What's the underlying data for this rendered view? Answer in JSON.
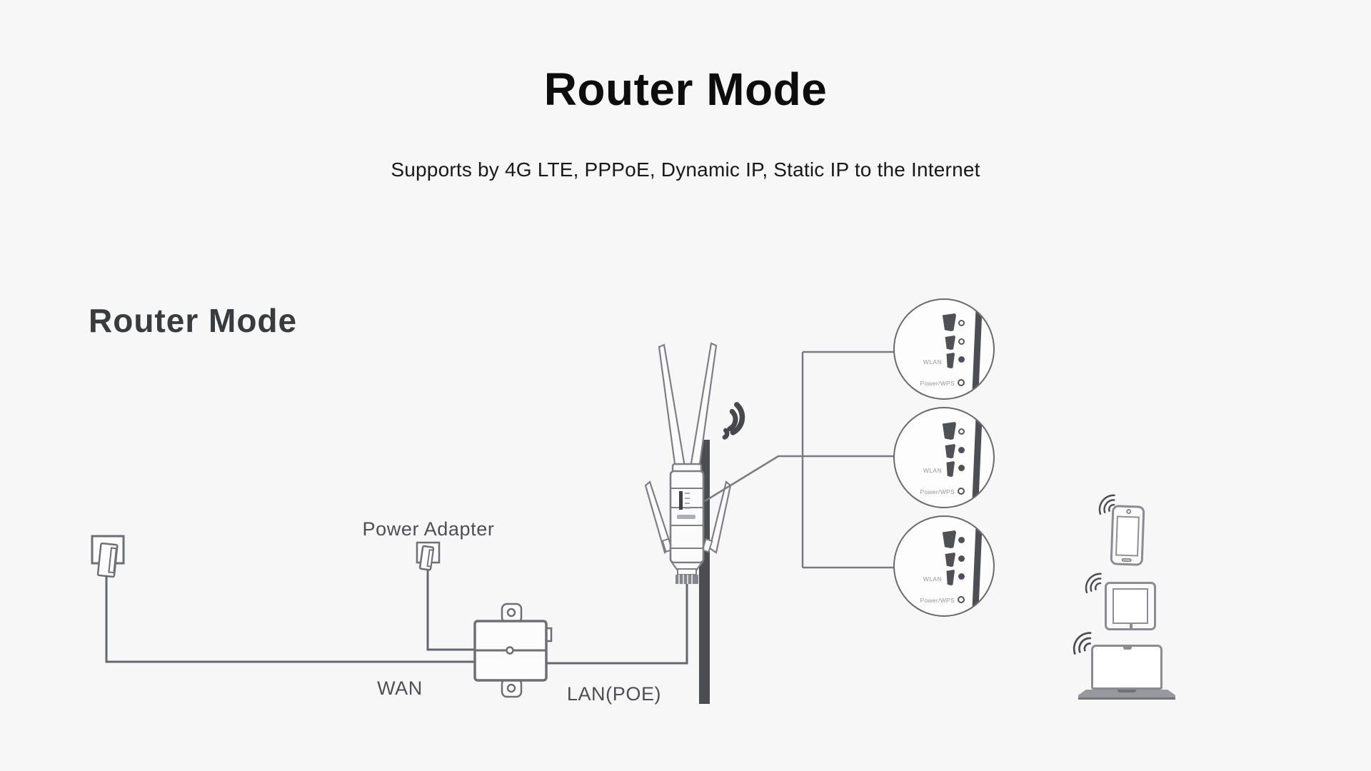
{
  "page": {
    "title": "Router Mode",
    "subtitle": "Supports by 4G LTE, PPPoE, Dynamic IP, Static IP to the Internet"
  },
  "diagram": {
    "label": "Router Mode",
    "labels": {
      "power_adapter": "Power Adapter",
      "wan": "WAN",
      "lan_poe": "LAN(POE)"
    },
    "icons": {
      "wall_jack": "ethernet-wall-jack-icon",
      "power_plug": "power-adapter-plug-icon",
      "poe_injector": "poe-injector-box-icon",
      "router": "outdoor-router-on-pole-icon",
      "router_wifi": "wifi-signal-icon",
      "clients": [
        "smartphone-icon",
        "tablet-icon",
        "laptop-icon"
      ]
    },
    "callouts": [
      {
        "wlan_label": "WLAN",
        "power_label": "Power/WPS",
        "leds": [
          "off",
          "off",
          "on"
        ],
        "power_led": "off"
      },
      {
        "wlan_label": "WLAN",
        "power_label": "Power/WPS",
        "leds": [
          "off",
          "on",
          "on"
        ],
        "power_led": "off"
      },
      {
        "wlan_label": "WLAN",
        "power_label": "Power/WPS",
        "leds": [
          "on",
          "on",
          "on"
        ],
        "power_led": "off"
      }
    ]
  },
  "colors": {
    "background": "#f7f7f7",
    "line": "#707175",
    "dark": "#4d4e52",
    "labeltext": "#4e4f53"
  }
}
